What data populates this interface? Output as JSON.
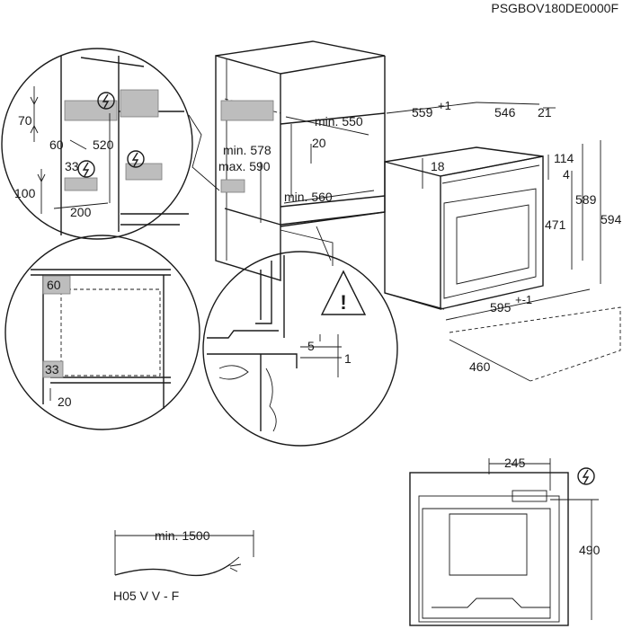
{
  "document_code": "PSGBOV180DE0000F",
  "detail_top": {
    "dim_70": "70",
    "dim_60": "60",
    "dim_520": "520",
    "dim_33": "33",
    "dim_100": "100",
    "dim_200": "200"
  },
  "cabinet": {
    "min_550": "min. 550",
    "dim_20": "20",
    "min_578": "min. 578",
    "max_590": "max. 590",
    "min_560": "min. 560"
  },
  "oven": {
    "dim_559": "559",
    "dim_559_tol": "+1",
    "dim_546": "546",
    "dim_21": "21",
    "dim_18": "18",
    "dim_114": "114",
    "dim_4": "4",
    "dim_589": "589",
    "dim_594": "594",
    "dim_471": "471",
    "dim_595": "595",
    "dim_595_tol": "+-1",
    "dim_460": "460"
  },
  "detail_bottom": {
    "dim_60": "60",
    "dim_33": "33",
    "dim_20": "20"
  },
  "warning_detail": {
    "dim_5": "5",
    "dim_1": "1",
    "warning_symbol": "!"
  },
  "cable": {
    "length_label": "min. 1500",
    "type_label": "H05 V V - F"
  },
  "rear_view": {
    "dim_245": "245",
    "dim_490": "490"
  },
  "icons": [
    "electric-hazard-icon",
    "warning-triangle-icon"
  ]
}
